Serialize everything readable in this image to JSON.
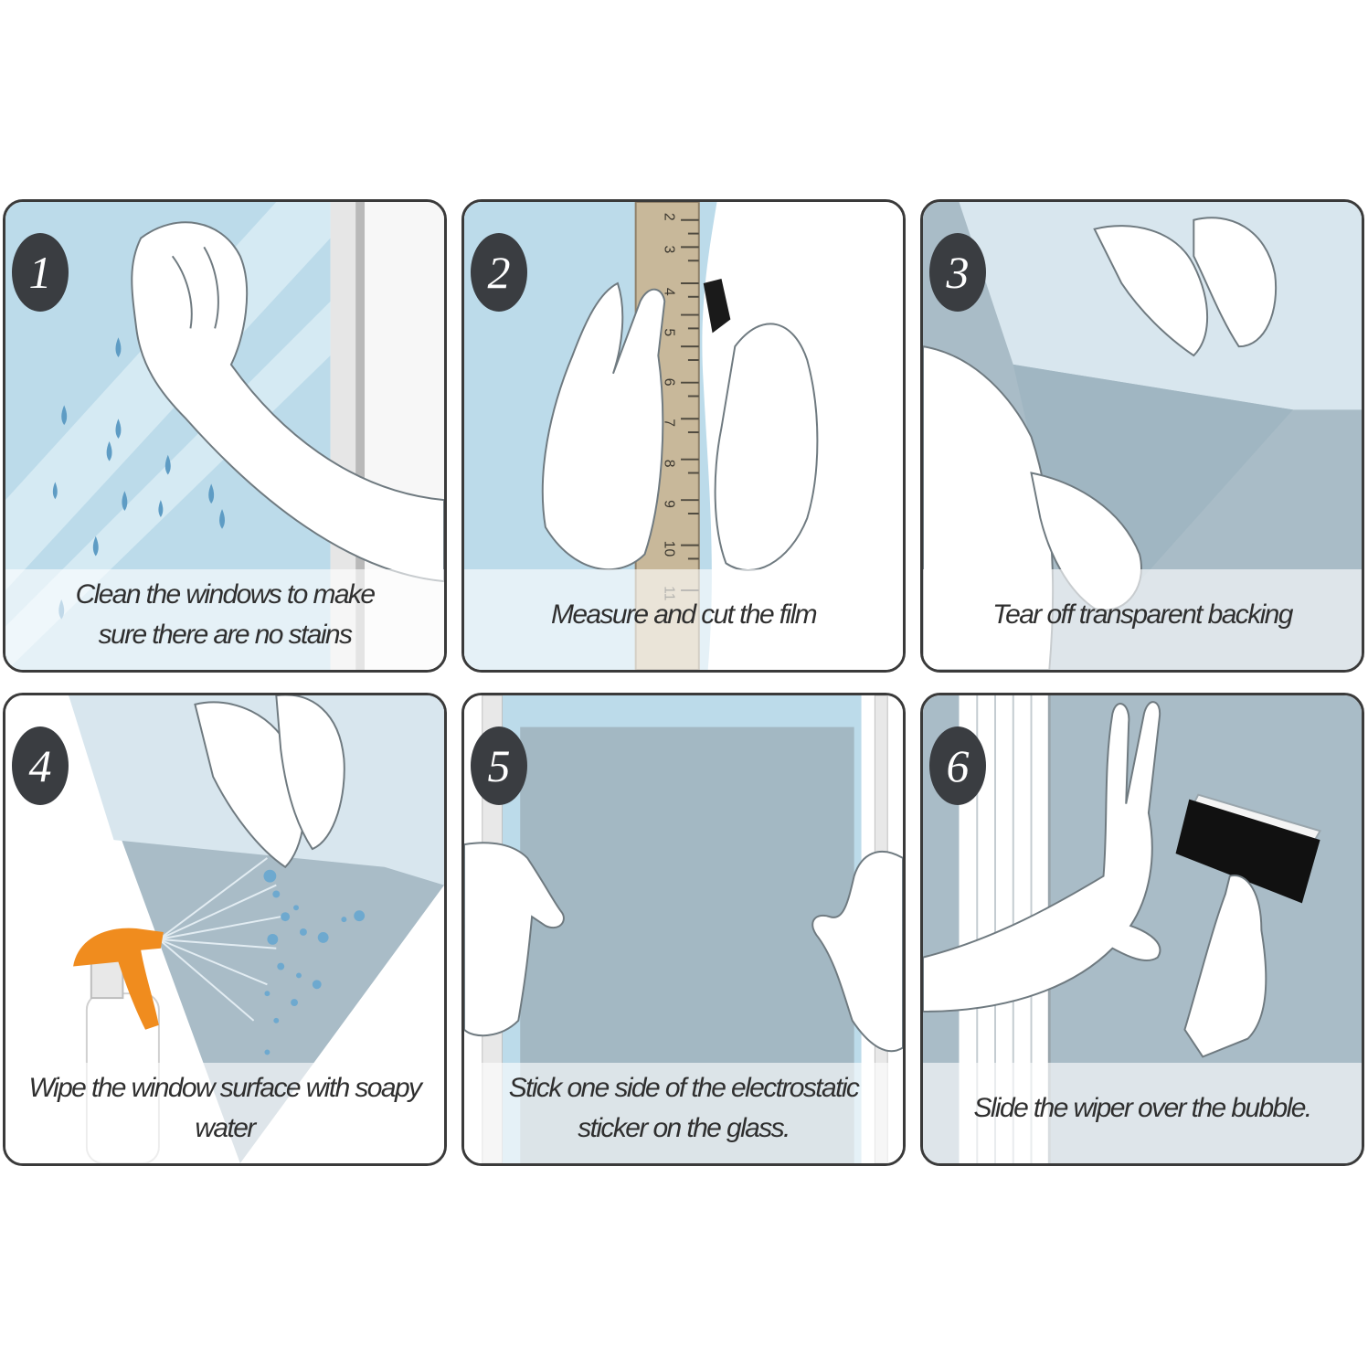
{
  "steps": [
    {
      "number": "1",
      "caption": "Clean the windows to make\nsure there are no stains"
    },
    {
      "number": "2",
      "caption": "Measure and cut the film"
    },
    {
      "number": "3",
      "caption": "Tear off transparent backing"
    },
    {
      "number": "4",
      "caption": "Wipe the window surface with soapy water"
    },
    {
      "number": "5",
      "caption": "Stick one side of the electrostatic\nsticker on the glass."
    },
    {
      "number": "6",
      "caption": "Slide the wiper over the bubble."
    }
  ],
  "ruler_ticks": [
    "2",
    "3",
    "4",
    "5",
    "6",
    "7",
    "8",
    "9",
    "10",
    "11"
  ],
  "colors": {
    "glass_blue": "#bcdbea",
    "film_grey_blue": "#a9bcc7",
    "badge": "#3a3d41",
    "ruler": "#c8b89a",
    "sprayer": "#f08c1e",
    "squeegee": "#111111",
    "outline": "#3a3a3a"
  }
}
